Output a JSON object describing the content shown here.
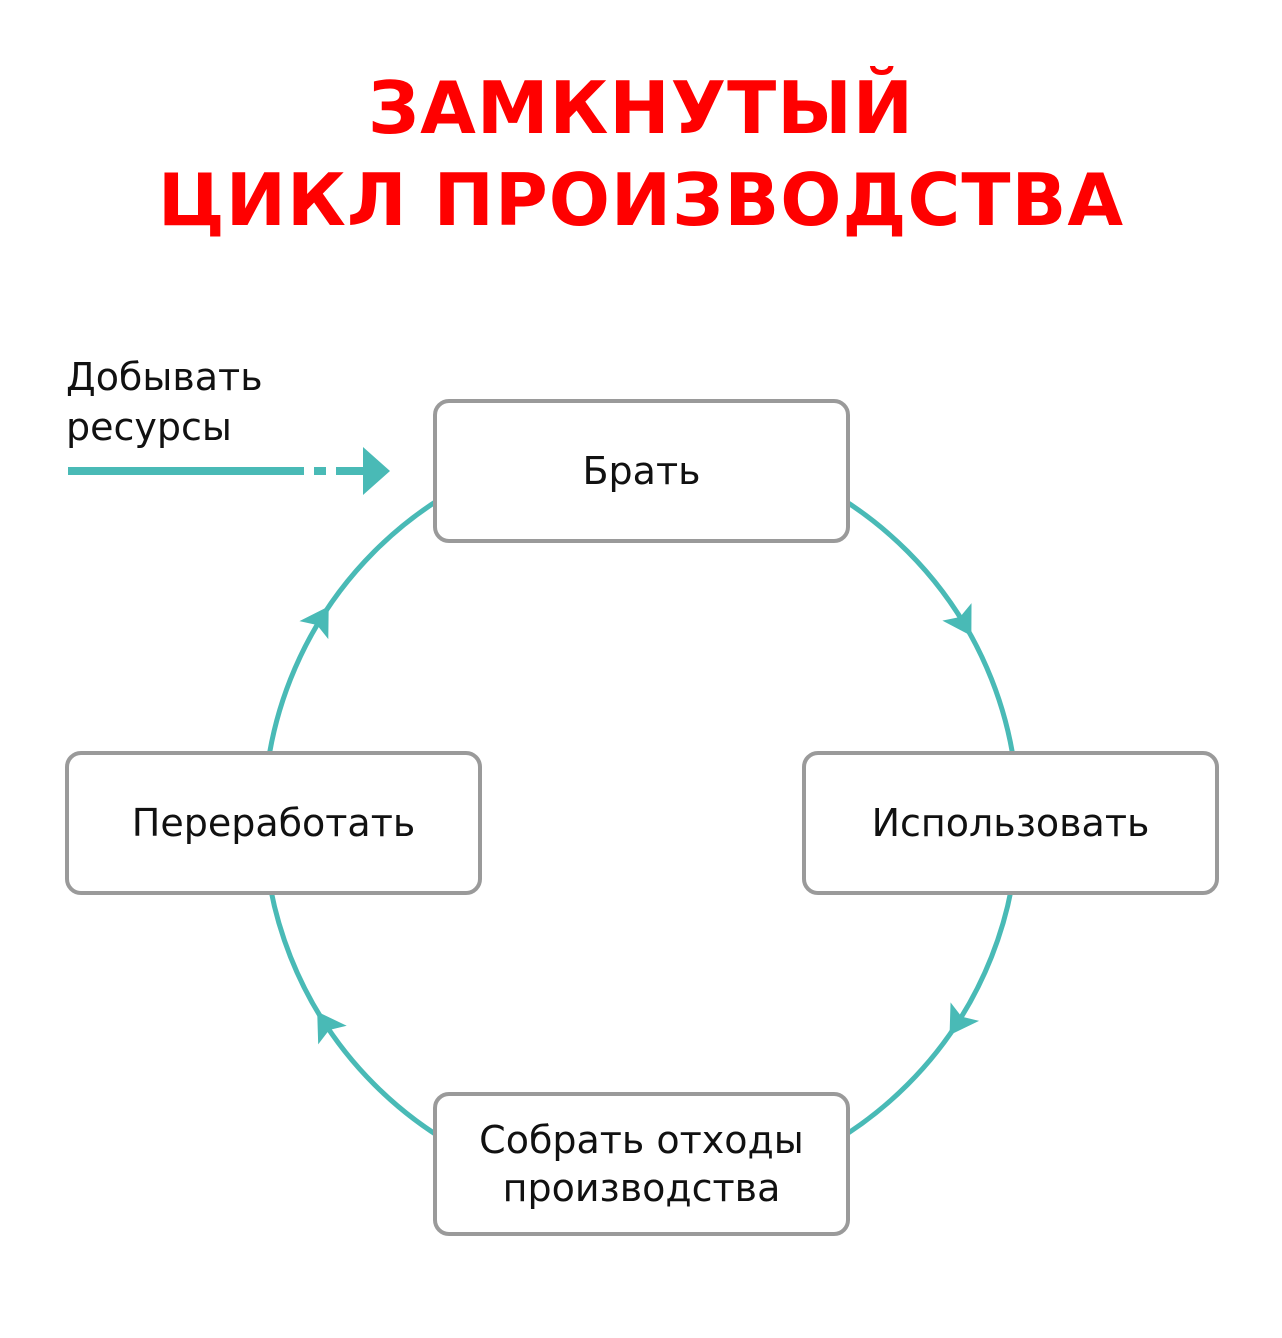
{
  "title": {
    "line1": "ЗАМКНУТЫЙ",
    "line2": "ЦИКЛ ПРОИЗВОДСТВА"
  },
  "source_label": {
    "line1": "Добывать",
    "line2": "ресурсы"
  },
  "nodes": {
    "take": "Брать",
    "use": "Использовать",
    "collect_line1": "Собрать отходы",
    "collect_line2": "производства",
    "recycle": "Переработать"
  },
  "colors": {
    "title": "#ff0000",
    "arrow": "#49bab6",
    "border": "#9a9a9a"
  }
}
